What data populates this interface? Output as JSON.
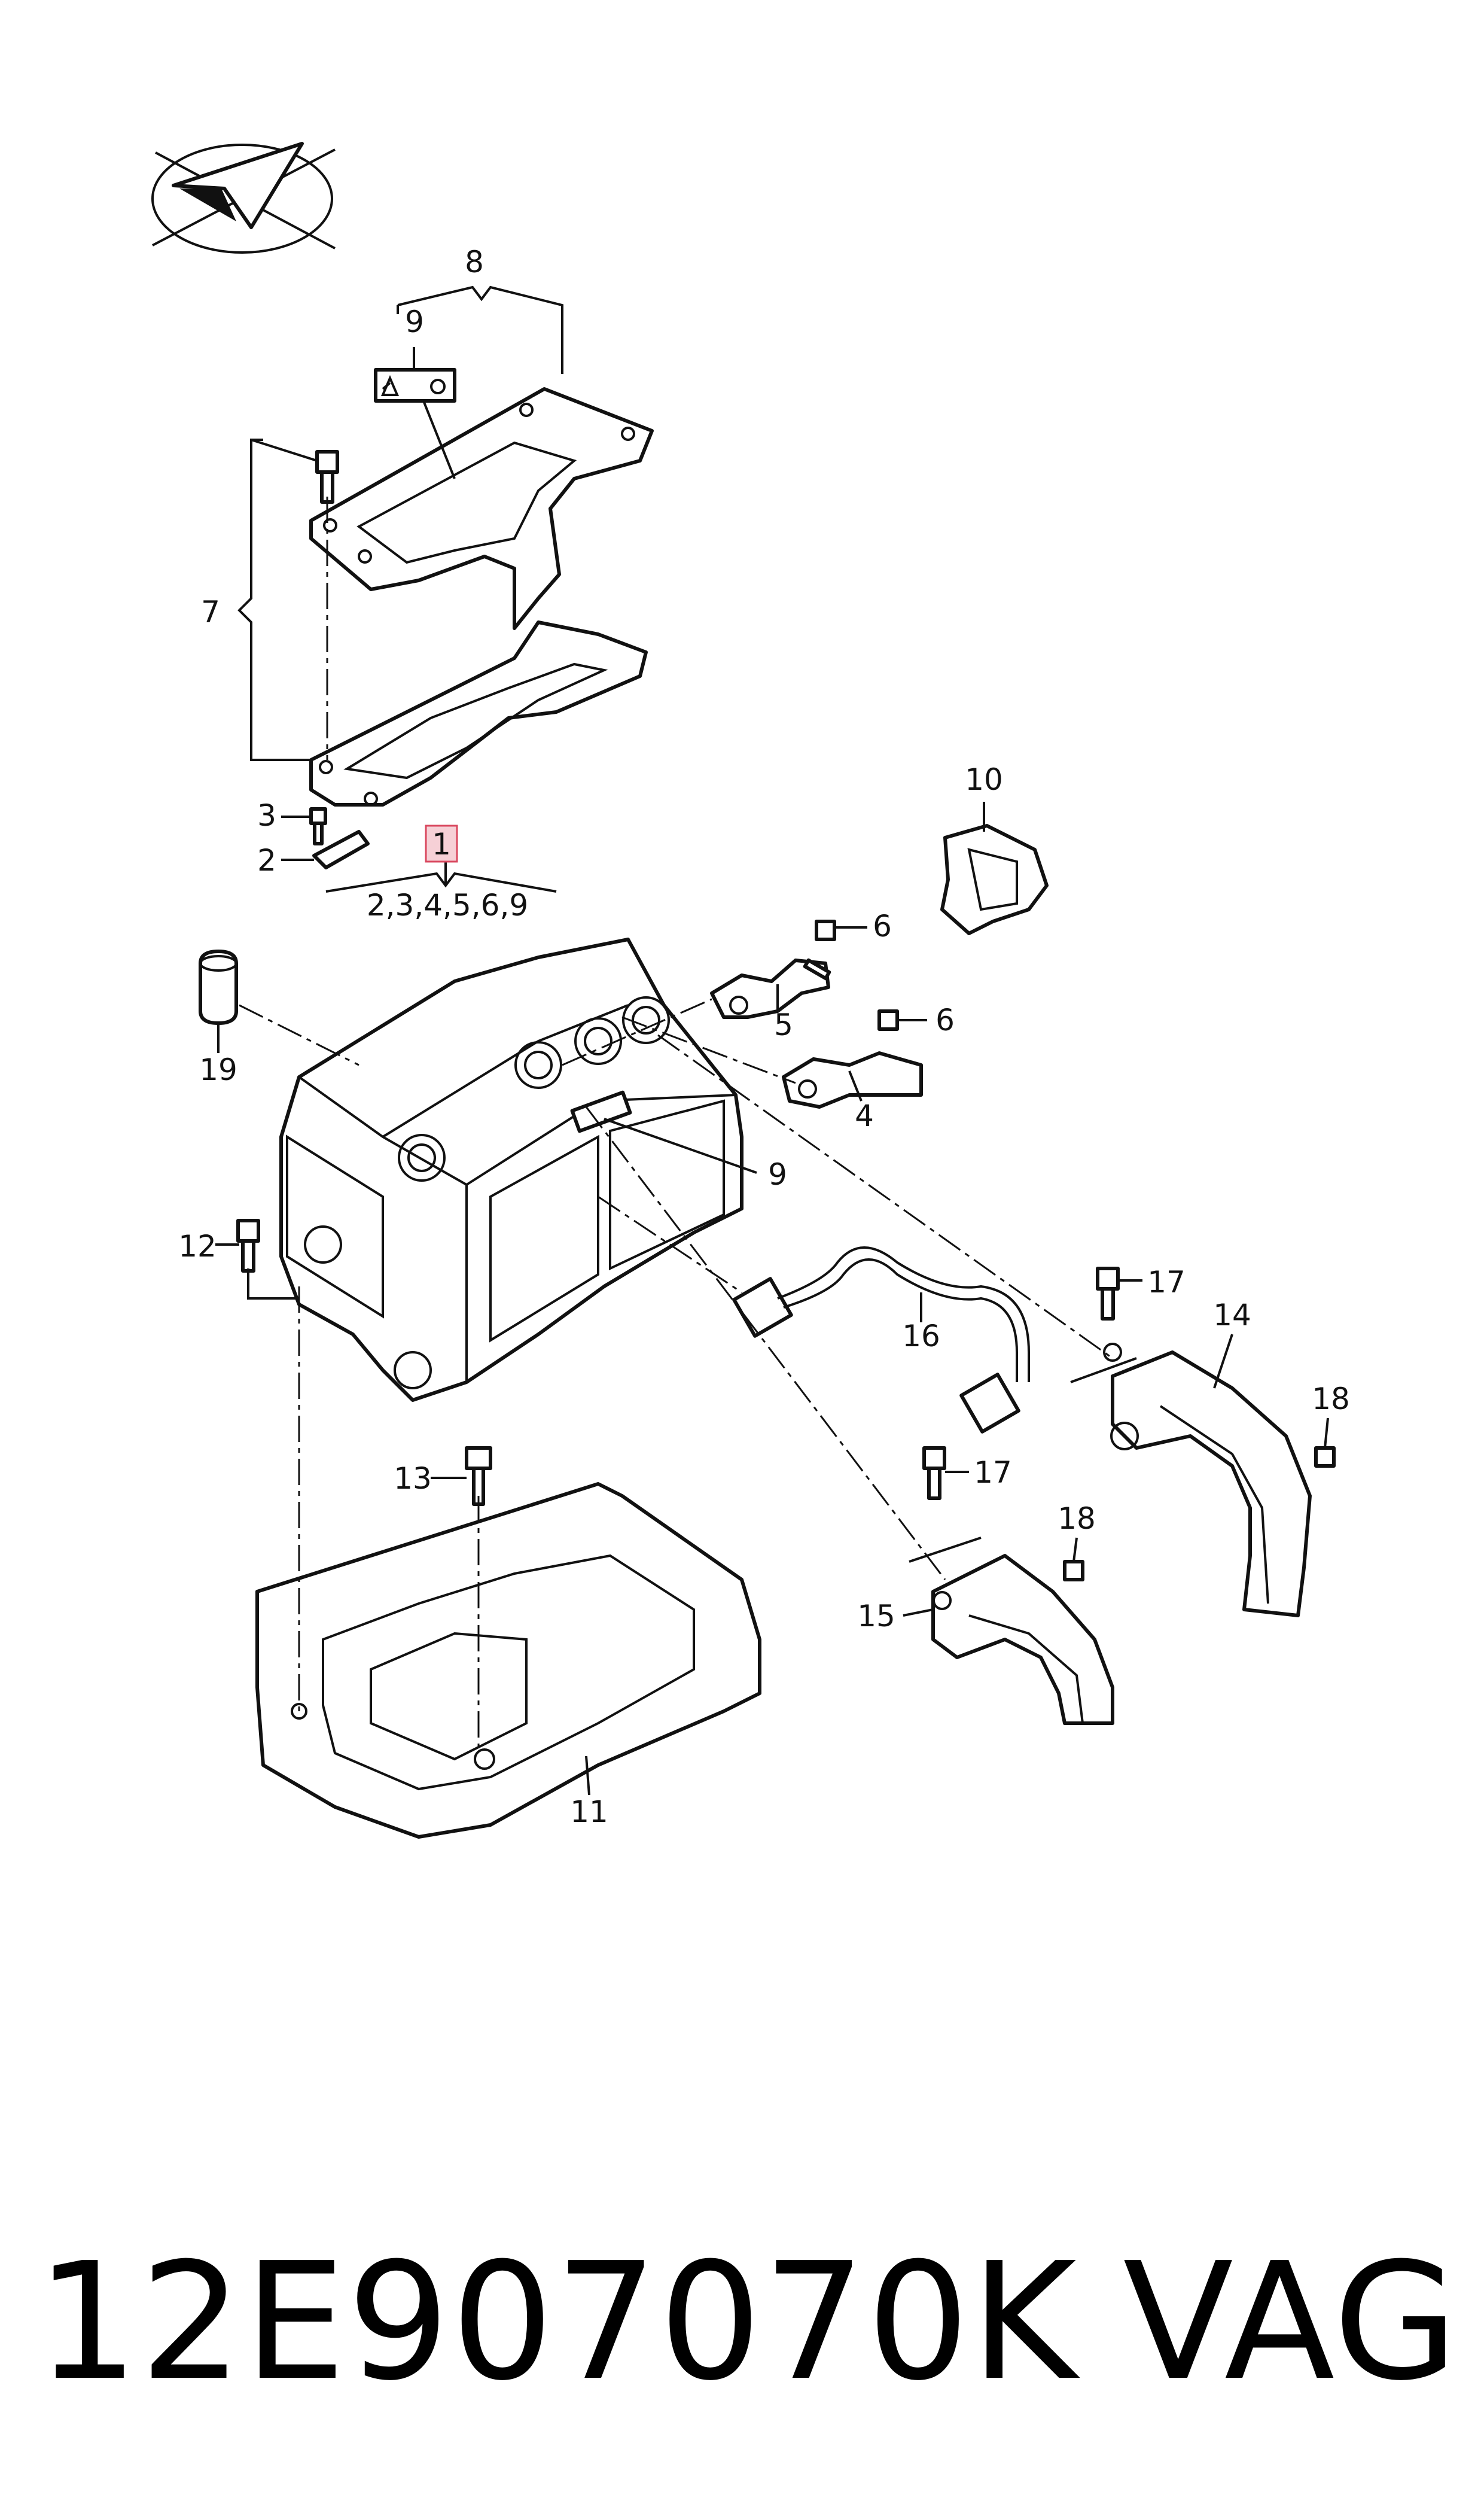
{
  "diagram": {
    "callouts": [
      {
        "id": "c8",
        "text": "8"
      },
      {
        "id": "c9a",
        "text": "9"
      },
      {
        "id": "c7",
        "text": "7"
      },
      {
        "id": "c3",
        "text": "3"
      },
      {
        "id": "c2",
        "text": "2"
      },
      {
        "id": "c1",
        "text": "1"
      },
      {
        "id": "c1sub",
        "text": "2,3,4,5,6,9"
      },
      {
        "id": "c10",
        "text": "10"
      },
      {
        "id": "c6a",
        "text": "6"
      },
      {
        "id": "c5",
        "text": "5"
      },
      {
        "id": "c6b",
        "text": "6"
      },
      {
        "id": "c4",
        "text": "4"
      },
      {
        "id": "c19",
        "text": "19"
      },
      {
        "id": "c9b",
        "text": "9"
      },
      {
        "id": "c12",
        "text": "12"
      },
      {
        "id": "c17a",
        "text": "17"
      },
      {
        "id": "c14",
        "text": "14"
      },
      {
        "id": "c16",
        "text": "16"
      },
      {
        "id": "c18a",
        "text": "18"
      },
      {
        "id": "c13",
        "text": "13"
      },
      {
        "id": "c17b",
        "text": "17"
      },
      {
        "id": "c18b",
        "text": "18"
      },
      {
        "id": "c15",
        "text": "15"
      },
      {
        "id": "c11",
        "text": "11"
      }
    ],
    "highlight_color": "#f6d0d6",
    "highlight_border": "#d9485f"
  },
  "footer": {
    "part_number": "12E907070K",
    "brand": "VAG"
  }
}
